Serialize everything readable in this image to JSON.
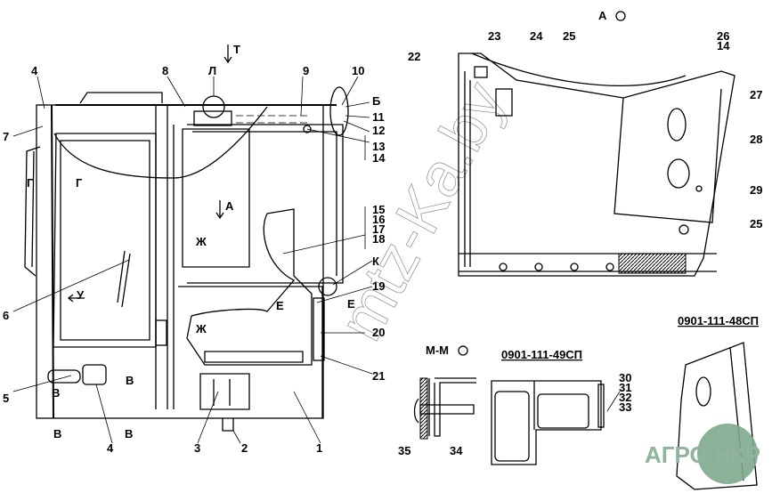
{
  "drawing": {
    "views": {
      "view_a": "А",
      "section_mm": "М-М",
      "spec_49": "0901-111-49СП",
      "spec_48": "0901-111-48СП"
    },
    "callouts": {
      "c1": "1",
      "c2": "2",
      "c3": "3",
      "c4a": "4",
      "c4b": "4",
      "c5": "5",
      "c6": "6",
      "c7": "7",
      "c8": "8",
      "c9": "9",
      "c10": "10",
      "c11": "11",
      "c12": "12",
      "c13": "13",
      "c14a": "14",
      "c14b": "14",
      "c15": "15",
      "c16": "16",
      "c17": "17",
      "c18": "18",
      "c19": "19",
      "c20": "20",
      "c21": "21",
      "c22": "22",
      "c23": "23",
      "c24": "24",
      "c25a": "25",
      "c25b": "25",
      "c26": "26",
      "c27": "27",
      "c28": "28",
      "c29": "29",
      "c30": "30",
      "c31": "31",
      "c32": "32",
      "c33": "33",
      "c34": "34",
      "c35": "35"
    },
    "section_marks": {
      "t": "Т",
      "l": "Л",
      "b": "Б",
      "k": "К",
      "a": "А",
      "g1": "Г",
      "g2": "Г",
      "zh1": "Ж",
      "zh2": "Ж",
      "u": "У",
      "e1": "Е",
      "e2": "Е",
      "v1": "В",
      "v2": "В",
      "v3": "В",
      "v4": "В"
    },
    "watermark": "mtz-Ka.by",
    "logo": "АГРО НКР"
  }
}
